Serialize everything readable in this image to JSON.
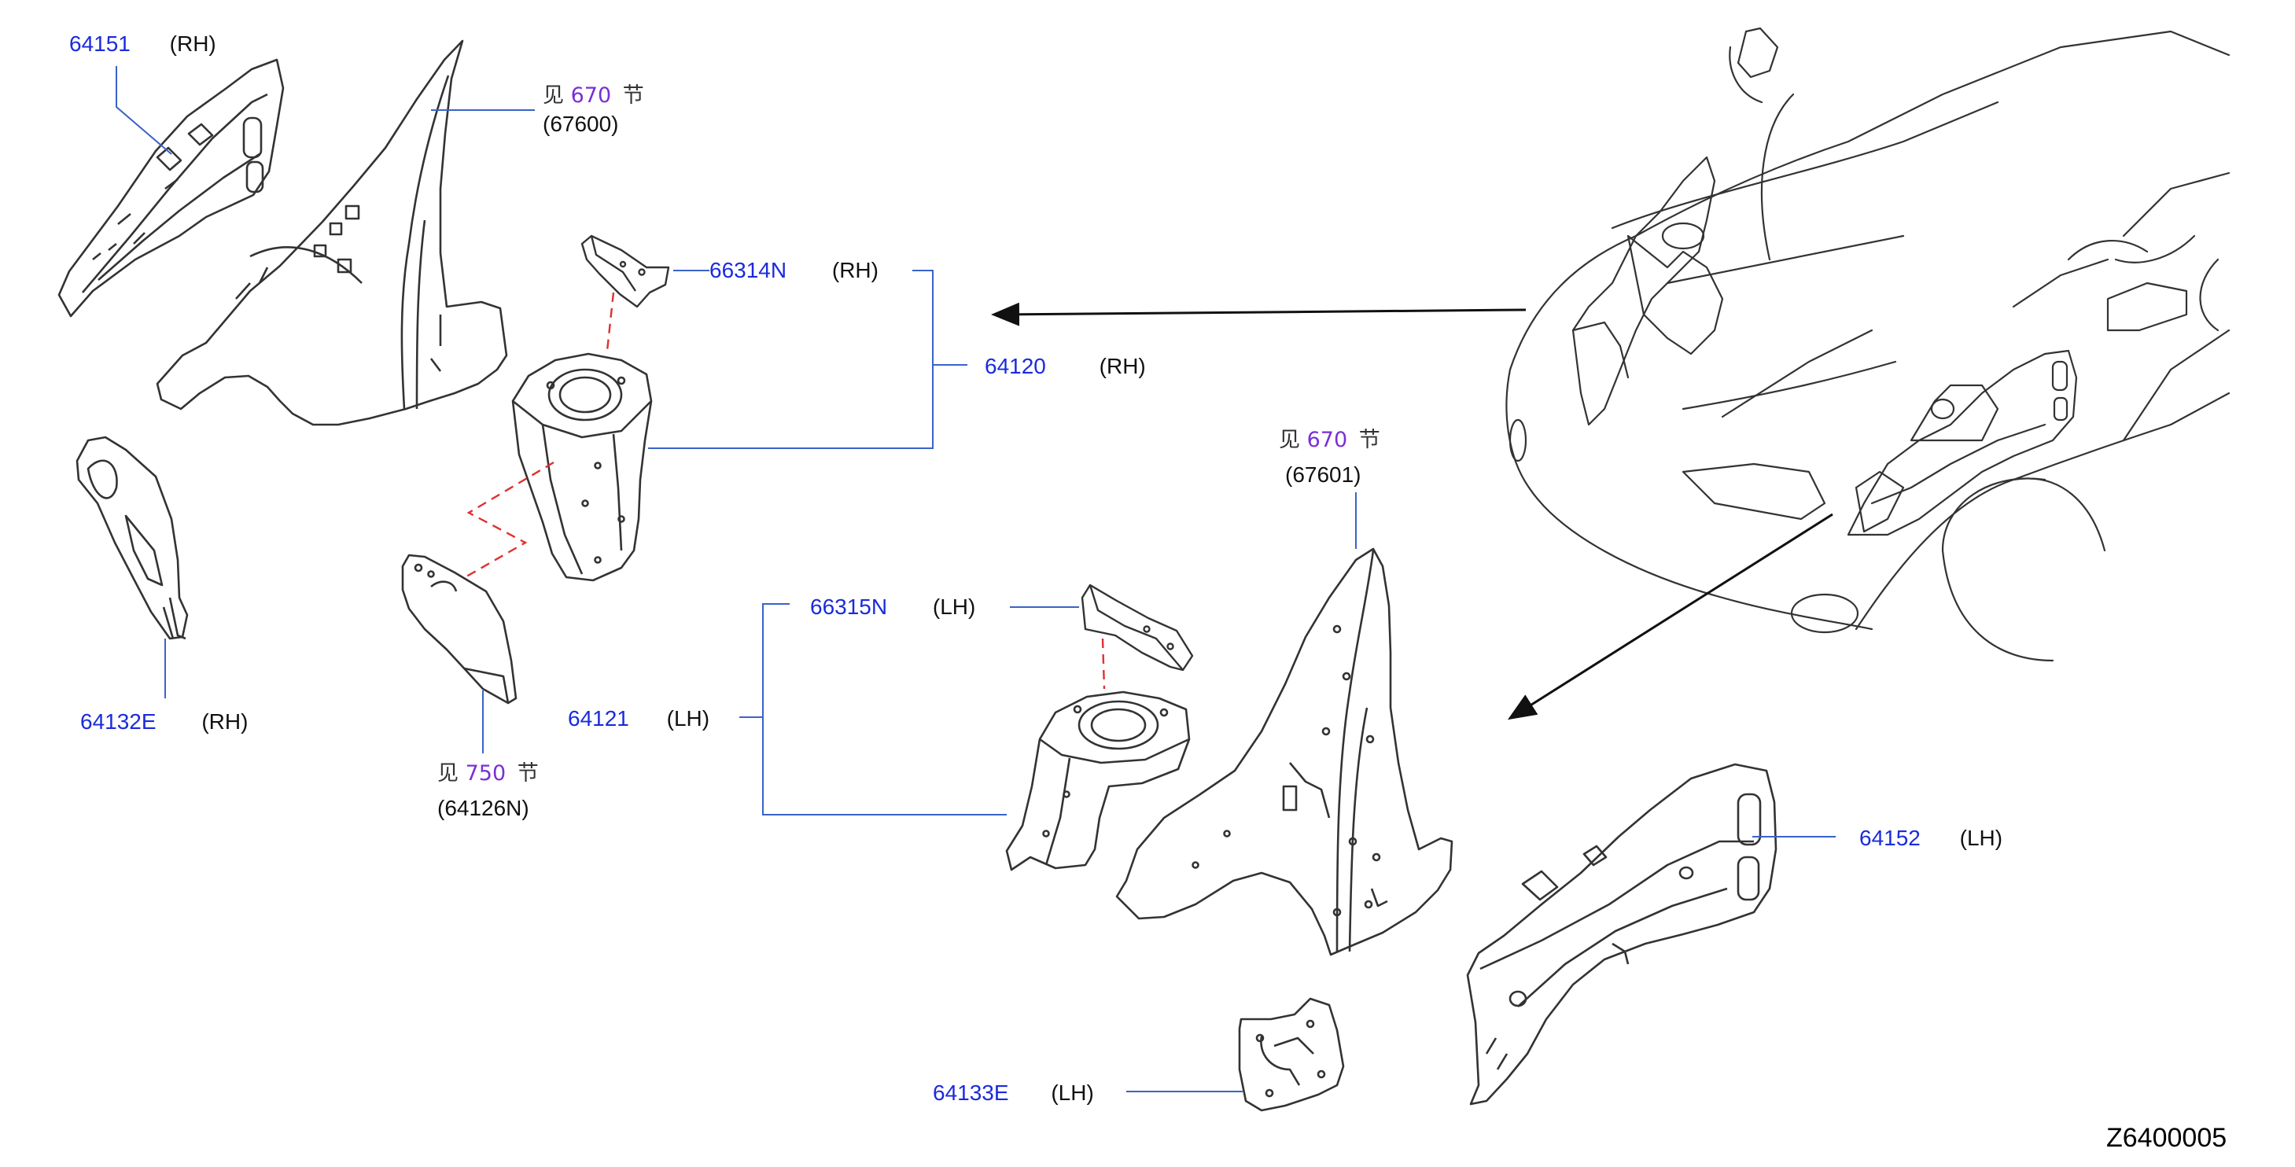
{
  "colors": {
    "part_number": "#1a2bdc",
    "section_number": "#7a2fd6",
    "text": "#111111",
    "leader": "#3a62c8",
    "phantom": "#e03030",
    "drawing": "#333333",
    "arrow": "#111111"
  },
  "figure_id": "Z6400005",
  "callouts": [
    {
      "id": "c64151",
      "part": "64151",
      "side": "(RH)"
    },
    {
      "id": "c66314n",
      "part": "66314N",
      "side": "(RH)"
    },
    {
      "id": "c64120",
      "part": "64120",
      "side": "(RH)"
    },
    {
      "id": "c64132e",
      "part": "64132E",
      "side": "(RH)"
    },
    {
      "id": "c66315n",
      "part": "66315N",
      "side": "(LH)"
    },
    {
      "id": "c64121",
      "part": "64121",
      "side": "(LH)"
    },
    {
      "id": "c64152",
      "part": "64152",
      "side": "(LH)"
    },
    {
      "id": "c64133e",
      "part": "64133E",
      "side": "(LH)"
    }
  ],
  "section_refs": [
    {
      "id": "r670a",
      "prefix": "见",
      "section": "670",
      "suffix": "节",
      "ref_part": "(67600)"
    },
    {
      "id": "r670b",
      "prefix": "见",
      "section": "670",
      "suffix": "节",
      "ref_part": "(67601)"
    },
    {
      "id": "r750",
      "prefix": "见",
      "section": "750",
      "suffix": "节",
      "ref_part": "(64126N)"
    }
  ]
}
